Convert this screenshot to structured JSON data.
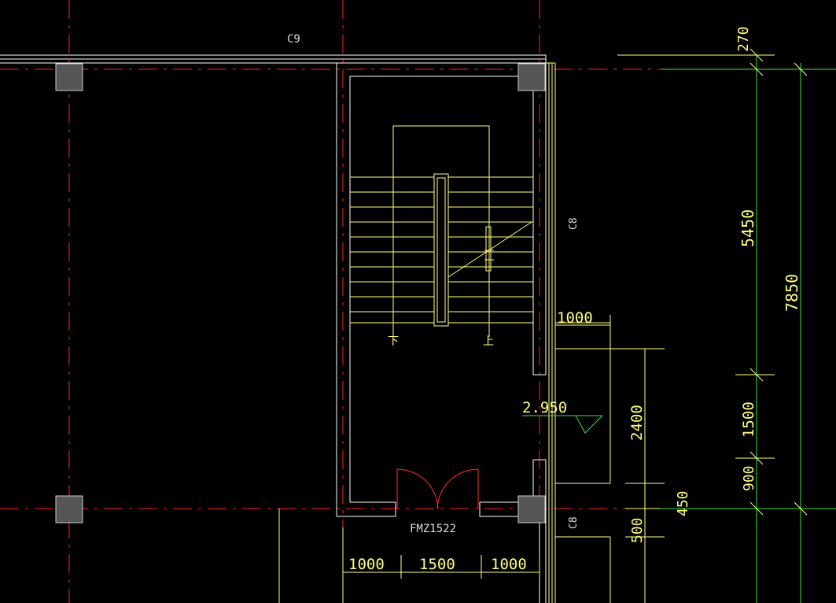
{
  "colors": {
    "background": "#000000",
    "axis": "#ff2020",
    "wall": "#ffffff",
    "stair": "#ffff80",
    "dimension": "#ffff80",
    "dimension_outer": "#40e040",
    "column": "#555555",
    "door": "#ff3030",
    "marker": "#40e040"
  },
  "labels": {
    "window_top": "C9",
    "window_right_upper": "C8",
    "window_right_lower": "C8",
    "door_tag": "FMZ1522",
    "stair_down": "下",
    "stair_up": "上",
    "level_mark": "2.950"
  },
  "dimensions": {
    "d_270": "270",
    "d_5450": "5450",
    "d_7850": "7850",
    "d_1500_v": "1500",
    "d_900": "900",
    "d_1000_right": "1000",
    "d_2400": "2400",
    "d_450": "450",
    "d_500": "500",
    "d_1000_bottom_left": "1000",
    "d_1500_bottom": "1500",
    "d_1000_bottom_right": "1000"
  }
}
